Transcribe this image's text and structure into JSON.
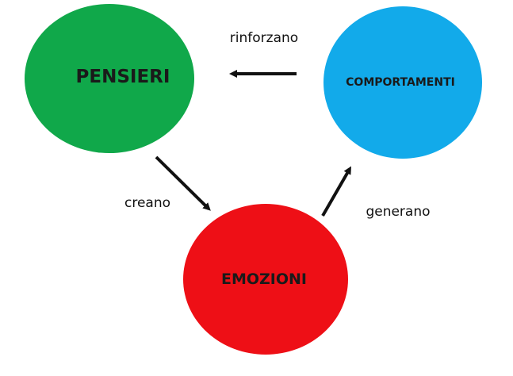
{
  "nodes": {
    "pensieri": {
      "label": "PENSIERI",
      "color": "#10a84a"
    },
    "comportamenti": {
      "label": "COMPORTAMENTI",
      "color": "#12aaea"
    },
    "emozioni": {
      "label": "EMOZIONI",
      "color": "#ee0f16"
    }
  },
  "edges": {
    "rinforzano": {
      "label": "rinforzano",
      "from": "COMPORTAMENTI",
      "to": "PENSIERI"
    },
    "creano": {
      "label": "creano",
      "from": "PENSIERI",
      "to": "EMOZIONI"
    },
    "generano": {
      "label": "generano",
      "from": "EMOZIONI",
      "to": "COMPORTAMENTI"
    }
  },
  "arrow_color": "#111111"
}
